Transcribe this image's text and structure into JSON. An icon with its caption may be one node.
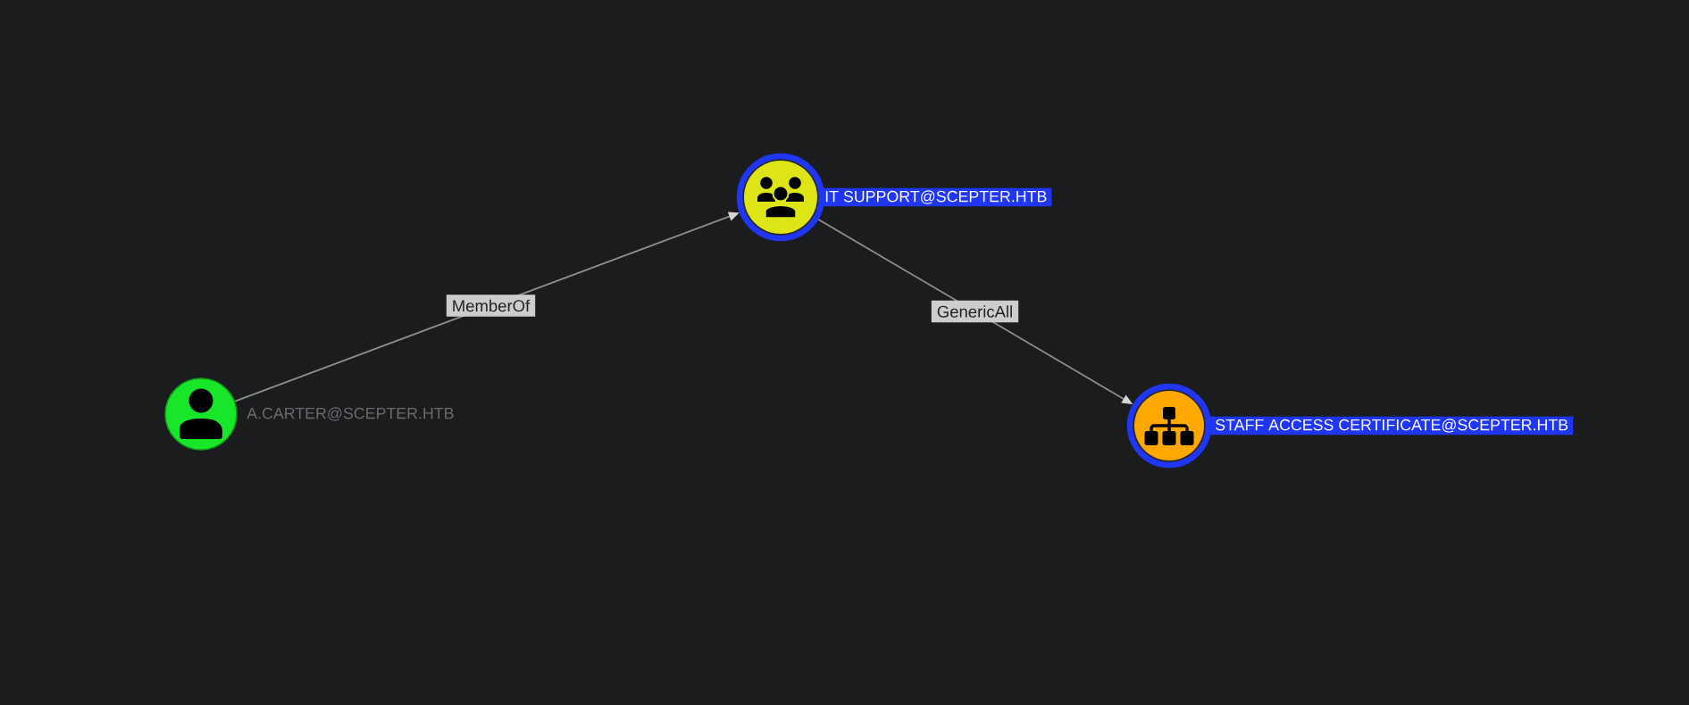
{
  "diagram": {
    "nodes": [
      {
        "text": [
          "A.CARTER@SCEPTER.HTB"
        ]
      },
      {
        "text": [
          "IT SUPPORT@SCEPTER.HTB"
        ]
      },
      {
        "text": [
          "STAFF ACCESS CERTIFICATE@SCEPTER.HTB"
        ]
      }
    ],
    "edges": [
      {
        "from": 0,
        "to": 1,
        "arrow": "to",
        "label": "MemberOf"
      },
      {
        "from": 1,
        "to": 2,
        "arrow": "to",
        "label": "GenericAll"
      }
    ]
  }
}
